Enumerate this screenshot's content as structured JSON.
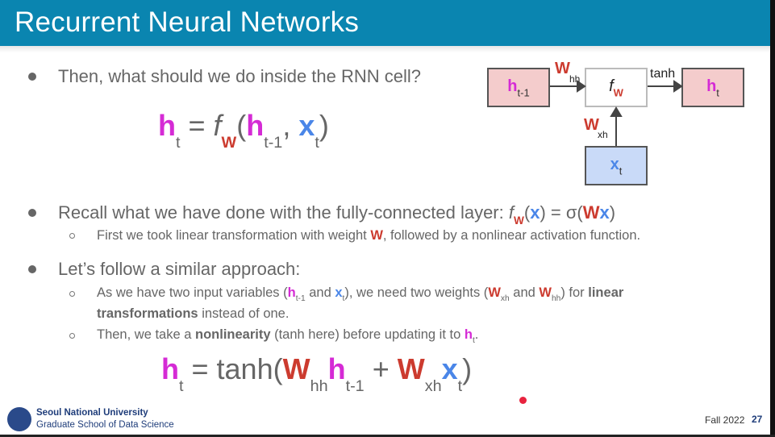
{
  "slide": {
    "title": "Recurrent Neural Networks",
    "colors": {
      "header": "#0a85b0",
      "h_var": "#d52bd5",
      "x_var": "#4a86e8",
      "weight": "#cc3b2f"
    },
    "bullet1": "Then, what should we do inside the RNN cell?",
    "eq1": {
      "h": "h",
      "h_sub": "t",
      "eq": " = ",
      "f": "f",
      "f_sub": "W",
      "open": "(",
      "h2": "h",
      "h2_sub": "t-1",
      "comma": ", ",
      "x": "x",
      "x_sub": "t",
      "close": ")"
    },
    "bullet2": {
      "text": "Recall what we have done with the fully-connected layer: ",
      "f": "f",
      "f_sub": "W",
      "open": "(",
      "x": "x",
      "mid": ") = σ(",
      "W": "W",
      "x2": "x",
      "close": ")"
    },
    "sub2_1": {
      "pre": "First we took linear transformation with weight ",
      "W": "W",
      "post": ", followed by a nonlinear activation function."
    },
    "bullet3": "Let’s follow a similar approach:",
    "sub3_1": {
      "a": "As we have two input variables (",
      "h": "h",
      "h_sub": "t-1",
      "b": " and ",
      "x": "x",
      "x_sub": "t",
      "c": "), we need two weights (",
      "W1": "W",
      "W1_sub": "xh",
      "d": " and ",
      "W2": "W",
      "W2_sub": "hh",
      "e": ") for ",
      "bold1": "linear",
      "bold2": "transformations",
      "f": " instead of one."
    },
    "sub3_2": {
      "a": "Then, we take a ",
      "bold": "nonlinearity",
      "b": " (tanh here) before updating it to ",
      "h": "h",
      "h_sub": "t",
      "c": "."
    },
    "eq2": {
      "h": "h",
      "h_sub": "t",
      "eq": " = tanh(",
      "W1": "W",
      "W1_sub": "hh",
      "h2": "h",
      "h2_sub": "t-1",
      "plus": " + ",
      "W2": "W",
      "W2_sub": "xh",
      "x": "x",
      "x_sub": "t",
      "close": ")"
    }
  },
  "diagram": {
    "h_prev": {
      "main": "h",
      "sub": "t-1"
    },
    "f": {
      "main": "f",
      "sub": "W"
    },
    "h_out": {
      "main": "h",
      "sub": "t"
    },
    "x_in": {
      "main": "x",
      "sub": "t"
    },
    "W_hh": {
      "main": "W",
      "sub": "hh"
    },
    "W_xh": {
      "main": "W",
      "sub": "xh"
    },
    "activation": "tanh"
  },
  "footer": {
    "university": "Seoul National University",
    "school": "Graduate School of Data Science",
    "term": "Fall 2022",
    "page": "27"
  }
}
